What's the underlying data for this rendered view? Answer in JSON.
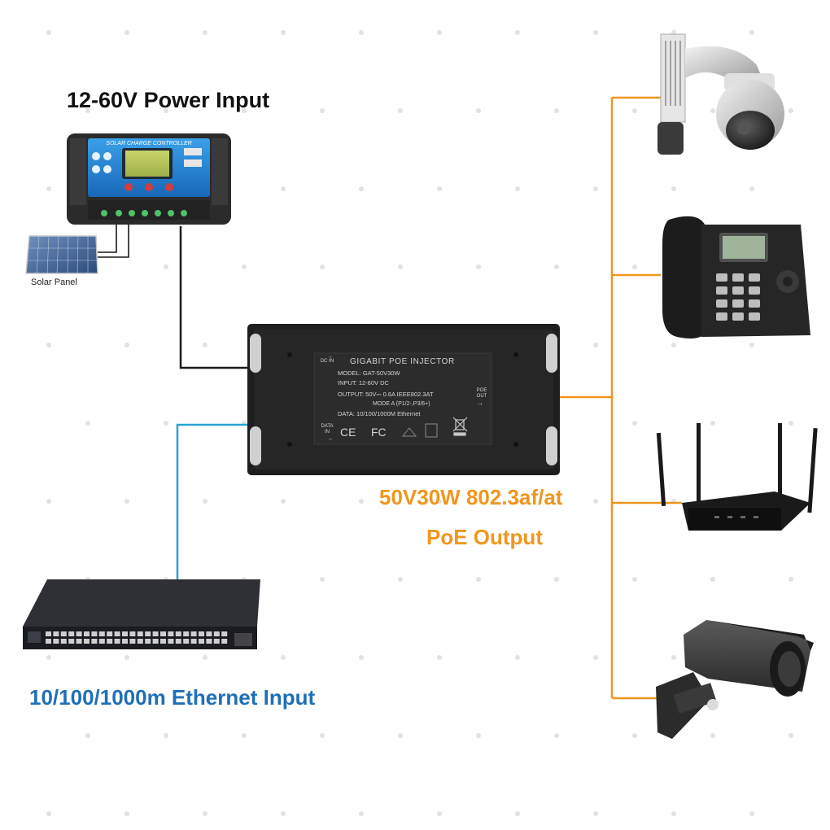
{
  "labels": {
    "power_input": "12-60V Power Input",
    "solar_panel": "Solar Panel",
    "poe_output_line1": "50V30W 802.3af/at",
    "poe_output_line2": "PoE Output",
    "ethernet_input": "10/100/1000m Ethernet Input"
  },
  "controller": {
    "header": "SOLAR CHARGE CONTROLLER"
  },
  "injector": {
    "title": "GIGABIT POE INJECTOR",
    "model": "MODEL: GAT-50V30W",
    "input": "INPUT: 12-60V DC",
    "output": "OUTPUT: 50V⎓ 0.6A  IEEE802.3AT",
    "mode": "MODE A (P1/2-,P3/6+)",
    "data": "DATA: 10/100/1000M Ethernet",
    "dc_in_line1": "DC IN",
    "data_in_line1": "DATA",
    "data_in_line2": "IN",
    "poe_out_line1": "POE",
    "poe_out_line2": "OUT",
    "mark_ce": "CE",
    "mark_fc": "FC"
  },
  "colors": {
    "poe_line": "#f0961e",
    "data_line": "#2aa3d8",
    "power_line": "#1a1a1a",
    "power_title": "#111111",
    "poe_text": "#f0961e",
    "ethernet_text": "#1f6fb8",
    "background_dots": "#e2e2e2"
  },
  "devices": [
    {
      "name": "ptz-dome-camera-icon"
    },
    {
      "name": "ip-phone-icon"
    },
    {
      "name": "wifi-router-icon"
    },
    {
      "name": "bullet-camera-icon"
    },
    {
      "name": "ethernet-switch-icon"
    },
    {
      "name": "solar-panel-icon"
    },
    {
      "name": "solar-charge-controller-icon"
    }
  ]
}
